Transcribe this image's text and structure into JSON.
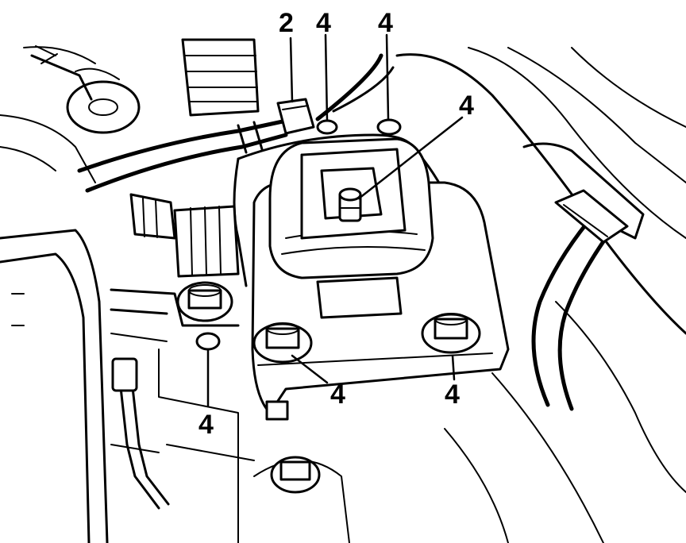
{
  "callouts": {
    "c1": "2",
    "c2": "4",
    "c3": "4",
    "c4": "4",
    "c5": "4",
    "c6": "4",
    "c7": "4"
  }
}
